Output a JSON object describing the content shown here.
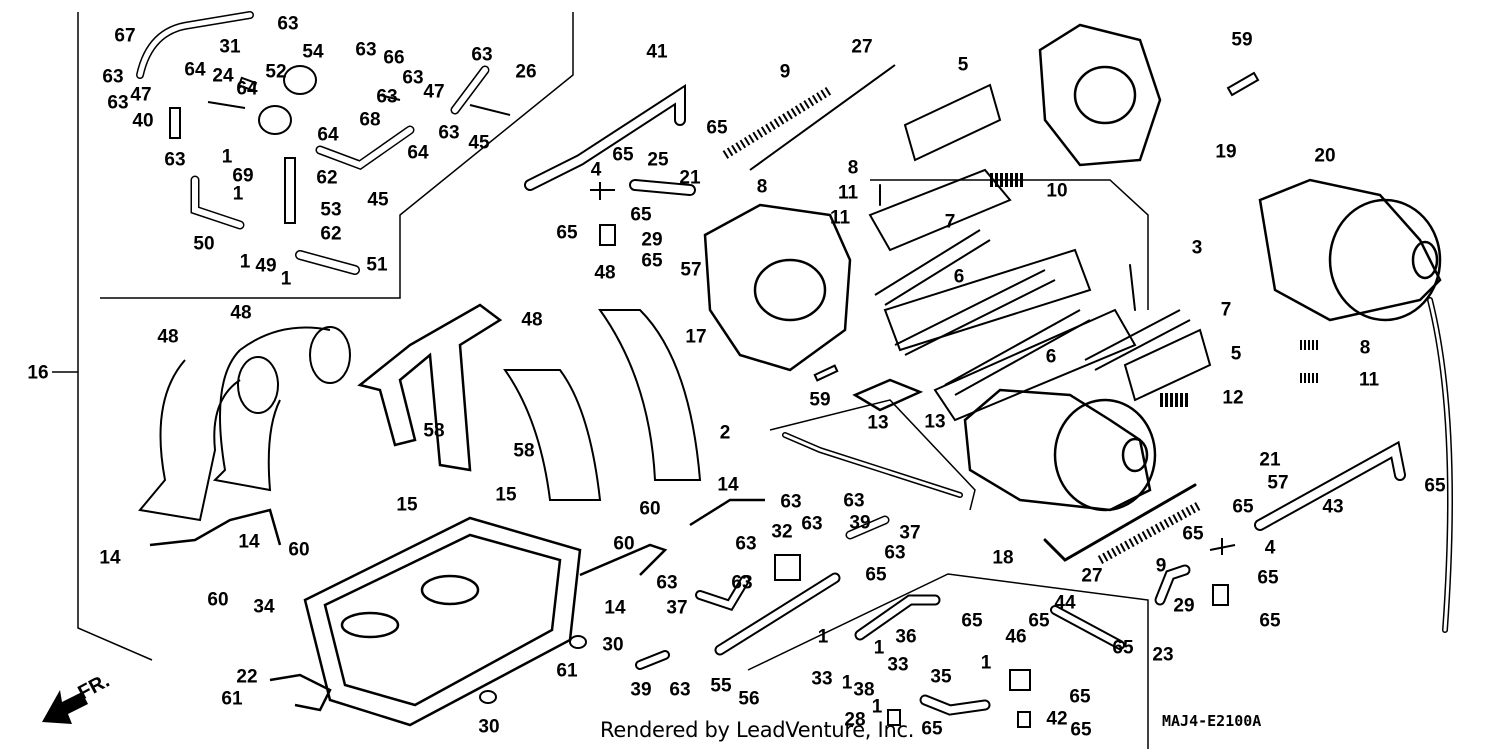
{
  "diagram_code": "MAJ4-E2100A",
  "credit": "Rendered by LeadVenture, Inc.",
  "direction_label": "FR.",
  "direction_icon": "front-arrow-icon",
  "callouts": [
    {
      "id": "c67",
      "text": "67"
    },
    {
      "id": "c63a",
      "text": "63"
    },
    {
      "id": "c31",
      "text": "31"
    },
    {
      "id": "c54",
      "text": "54"
    },
    {
      "id": "c63b",
      "text": "63"
    },
    {
      "id": "c66",
      "text": "66"
    },
    {
      "id": "c63c",
      "text": "63"
    },
    {
      "id": "c26",
      "text": "26"
    },
    {
      "id": "c41",
      "text": "41"
    },
    {
      "id": "c27a",
      "text": "27"
    },
    {
      "id": "c9a",
      "text": "9"
    },
    {
      "id": "c5a",
      "text": "5"
    },
    {
      "id": "c59a",
      "text": "59"
    },
    {
      "id": "c63d",
      "text": "63"
    },
    {
      "id": "c64a",
      "text": "64"
    },
    {
      "id": "c24",
      "text": "24"
    },
    {
      "id": "c52",
      "text": "52"
    },
    {
      "id": "c63e",
      "text": "63"
    },
    {
      "id": "c47a",
      "text": "47"
    },
    {
      "id": "c63f",
      "text": "63"
    },
    {
      "id": "c64b",
      "text": "64"
    },
    {
      "id": "c63g",
      "text": "63"
    },
    {
      "id": "c47b",
      "text": "47"
    },
    {
      "id": "c40",
      "text": "40"
    },
    {
      "id": "c63h",
      "text": "63"
    },
    {
      "id": "c68",
      "text": "68"
    },
    {
      "id": "c63i",
      "text": "63"
    },
    {
      "id": "c45a",
      "text": "45"
    },
    {
      "id": "c64c",
      "text": "64"
    },
    {
      "id": "c65a",
      "text": "65"
    },
    {
      "id": "c64d",
      "text": "64"
    },
    {
      "id": "c19",
      "text": "19"
    },
    {
      "id": "c20",
      "text": "20"
    },
    {
      "id": "c1a",
      "text": "1"
    },
    {
      "id": "c69",
      "text": "69"
    },
    {
      "id": "c62a",
      "text": "62"
    },
    {
      "id": "c1b",
      "text": "1"
    },
    {
      "id": "c53",
      "text": "53"
    },
    {
      "id": "c45b",
      "text": "45"
    },
    {
      "id": "c62b",
      "text": "62"
    },
    {
      "id": "c50",
      "text": "50"
    },
    {
      "id": "c1c",
      "text": "1"
    },
    {
      "id": "c49",
      "text": "49"
    },
    {
      "id": "c1d",
      "text": "1"
    },
    {
      "id": "c51",
      "text": "51"
    },
    {
      "id": "c65b",
      "text": "65"
    },
    {
      "id": "c25",
      "text": "25"
    },
    {
      "id": "c4a",
      "text": "4"
    },
    {
      "id": "c21a",
      "text": "21"
    },
    {
      "id": "c8a",
      "text": "8"
    },
    {
      "id": "c8b",
      "text": "8"
    },
    {
      "id": "c11a",
      "text": "11"
    },
    {
      "id": "c11b",
      "text": "11"
    },
    {
      "id": "c10",
      "text": "10"
    },
    {
      "id": "c65c",
      "text": "65"
    },
    {
      "id": "c65d",
      "text": "65"
    },
    {
      "id": "c29a",
      "text": "29"
    },
    {
      "id": "c65e",
      "text": "65"
    },
    {
      "id": "c7a",
      "text": "7"
    },
    {
      "id": "c3",
      "text": "3"
    },
    {
      "id": "c57a",
      "text": "57"
    },
    {
      "id": "c6a",
      "text": "6"
    },
    {
      "id": "c48a",
      "text": "48"
    },
    {
      "id": "c48b",
      "text": "48"
    },
    {
      "id": "c48c",
      "text": "48"
    },
    {
      "id": "c48d",
      "text": "48"
    },
    {
      "id": "c16",
      "text": "16"
    },
    {
      "id": "c17",
      "text": "17"
    },
    {
      "id": "c7b",
      "text": "7"
    },
    {
      "id": "c8c",
      "text": "8"
    },
    {
      "id": "c5b",
      "text": "5"
    },
    {
      "id": "c6b",
      "text": "6"
    },
    {
      "id": "c11c",
      "text": "11"
    },
    {
      "id": "c59b",
      "text": "59"
    },
    {
      "id": "c12",
      "text": "12"
    },
    {
      "id": "c13a",
      "text": "13"
    },
    {
      "id": "c13b",
      "text": "13"
    },
    {
      "id": "c58a",
      "text": "58"
    },
    {
      "id": "c2",
      "text": "2"
    },
    {
      "id": "c58b",
      "text": "58"
    },
    {
      "id": "c15a",
      "text": "15"
    },
    {
      "id": "c15b",
      "text": "15"
    },
    {
      "id": "c21b",
      "text": "21"
    },
    {
      "id": "c57b",
      "text": "57"
    },
    {
      "id": "c65f",
      "text": "65"
    },
    {
      "id": "c14a",
      "text": "14"
    },
    {
      "id": "c60a",
      "text": "60"
    },
    {
      "id": "c63j",
      "text": "63"
    },
    {
      "id": "c63k",
      "text": "63"
    },
    {
      "id": "c43",
      "text": "43"
    },
    {
      "id": "c65g",
      "text": "65"
    },
    {
      "id": "c39a",
      "text": "39"
    },
    {
      "id": "c37a",
      "text": "37"
    },
    {
      "id": "c32",
      "text": "32"
    },
    {
      "id": "c63l",
      "text": "63"
    },
    {
      "id": "c14b",
      "text": "14"
    },
    {
      "id": "c60b",
      "text": "60"
    },
    {
      "id": "c14c",
      "text": "14"
    },
    {
      "id": "c60c",
      "text": "60"
    },
    {
      "id": "c63m",
      "text": "63"
    },
    {
      "id": "c63n",
      "text": "63"
    },
    {
      "id": "c18",
      "text": "18"
    },
    {
      "id": "c65h",
      "text": "65"
    },
    {
      "id": "c4b",
      "text": "4"
    },
    {
      "id": "c27b",
      "text": "27"
    },
    {
      "id": "c9b",
      "text": "9"
    },
    {
      "id": "c65i",
      "text": "65"
    },
    {
      "id": "c63o",
      "text": "63"
    },
    {
      "id": "c65j",
      "text": "65"
    },
    {
      "id": "c60d",
      "text": "60"
    },
    {
      "id": "c34",
      "text": "34"
    },
    {
      "id": "c14d",
      "text": "14"
    },
    {
      "id": "c37b",
      "text": "37"
    },
    {
      "id": "c63p",
      "text": "63"
    },
    {
      "id": "c30a",
      "text": "30"
    },
    {
      "id": "c36",
      "text": "36"
    },
    {
      "id": "c65k",
      "text": "65"
    },
    {
      "id": "c44",
      "text": "44"
    },
    {
      "id": "c29b",
      "text": "29"
    },
    {
      "id": "c65l",
      "text": "65"
    },
    {
      "id": "c65m",
      "text": "65"
    },
    {
      "id": "c46",
      "text": "46"
    },
    {
      "id": "c65n",
      "text": "65"
    },
    {
      "id": "c23",
      "text": "23"
    },
    {
      "id": "c22",
      "text": "22"
    },
    {
      "id": "c61a",
      "text": "61"
    },
    {
      "id": "c61b",
      "text": "61"
    },
    {
      "id": "c39b",
      "text": "39"
    },
    {
      "id": "c63q",
      "text": "63"
    },
    {
      "id": "c55",
      "text": "55"
    },
    {
      "id": "c56",
      "text": "56"
    },
    {
      "id": "c1e",
      "text": "1"
    },
    {
      "id": "c33a",
      "text": "33"
    },
    {
      "id": "c1f",
      "text": "1"
    },
    {
      "id": "c33b",
      "text": "33"
    },
    {
      "id": "c1g",
      "text": "1"
    },
    {
      "id": "c38",
      "text": "38"
    },
    {
      "id": "c35",
      "text": "35"
    },
    {
      "id": "c1h",
      "text": "1"
    },
    {
      "id": "c65o",
      "text": "65"
    },
    {
      "id": "c30b",
      "text": "30"
    },
    {
      "id": "c28",
      "text": "28"
    },
    {
      "id": "c1i",
      "text": "1"
    },
    {
      "id": "c65p",
      "text": "65"
    },
    {
      "id": "c42",
      "text": "42"
    },
    {
      "id": "c65q",
      "text": "65"
    }
  ]
}
